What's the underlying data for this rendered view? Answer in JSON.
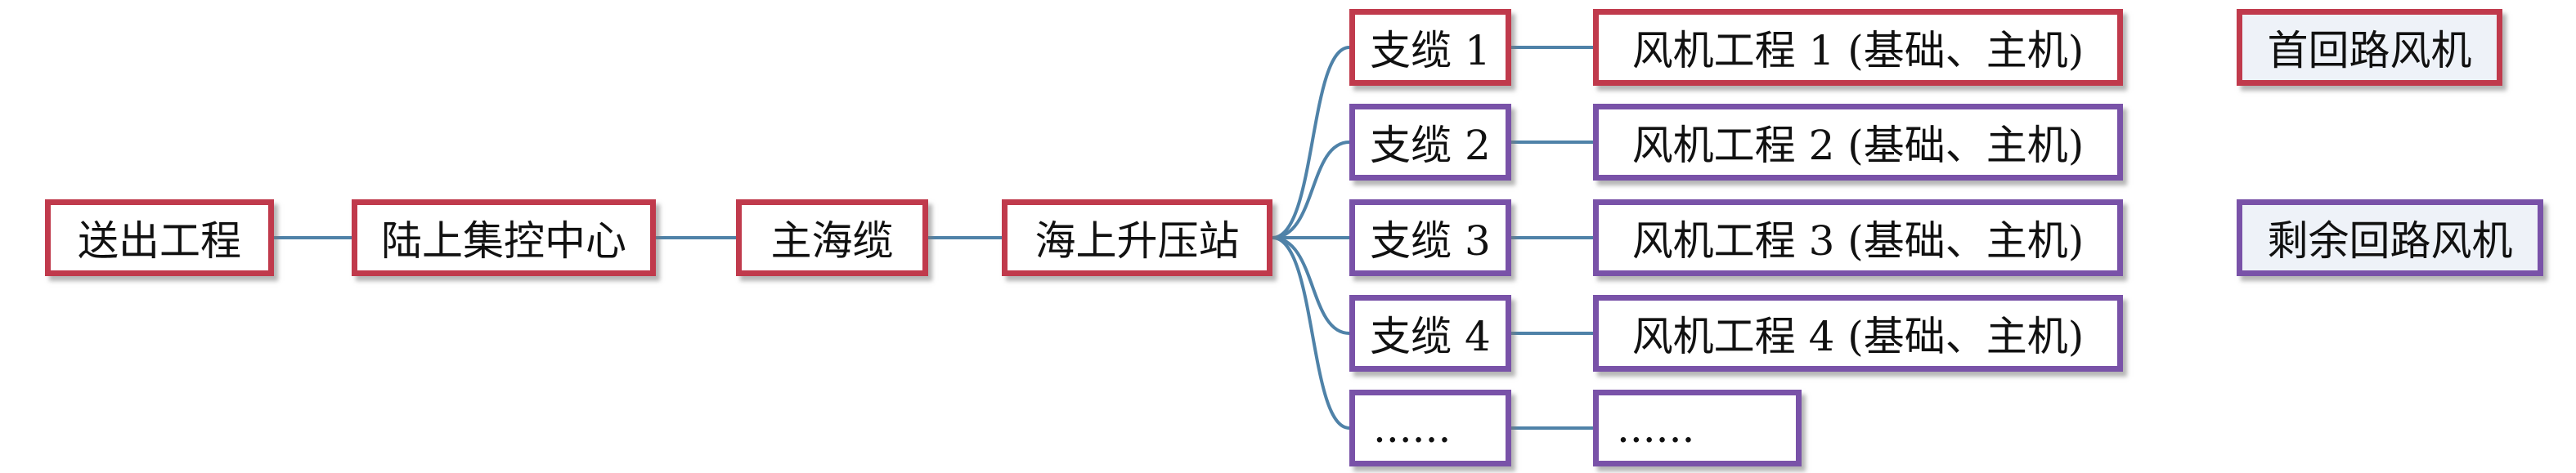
{
  "colors": {
    "first_loop": "#c03a4c",
    "remaining_loop": "#7952a8",
    "connector": "#4f82a8"
  },
  "main_chain": [
    {
      "id": "export",
      "label": "送出工程"
    },
    {
      "id": "onshore",
      "label": "陆上集控中心"
    },
    {
      "id": "main-cable",
      "label": "主海缆"
    },
    {
      "id": "offshore-station",
      "label": "海上升压站"
    }
  ],
  "branches": [
    {
      "cable": "支缆 1",
      "turbine": "风机工程 1 (基础、主机)",
      "group": "first_loop"
    },
    {
      "cable": "支缆 2",
      "turbine": "风机工程 2 (基础、主机)",
      "group": "remaining_loop"
    },
    {
      "cable": "支缆 3",
      "turbine": "风机工程 3 (基础、主机)",
      "group": "remaining_loop"
    },
    {
      "cable": "支缆 4",
      "turbine": "风机工程 4 (基础、主机)",
      "group": "remaining_loop"
    },
    {
      "cable": "......",
      "turbine": "......",
      "group": "remaining_loop"
    }
  ],
  "legend": {
    "first_loop": "首回路风机",
    "remaining_loop": "剩余回路风机"
  }
}
